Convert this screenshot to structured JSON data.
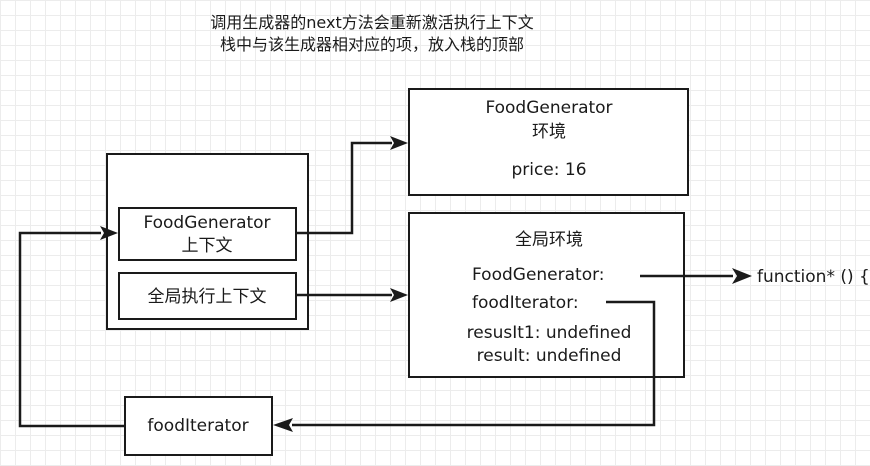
{
  "title": {
    "line1": "调用生成器的next方法会重新激活执行上下文",
    "line2": "栈中与该生成器相对应的项，放入栈的顶部"
  },
  "stack": {
    "item_top": {
      "line1": "FoodGenerator",
      "line2": "上下文"
    },
    "item_bottom": "全局执行上下文"
  },
  "generator_env": {
    "title_line1": "FoodGenerator",
    "title_line2": "环境",
    "price": "price: 16"
  },
  "global_env": {
    "title": "全局环境",
    "food_generator": "FoodGenerator:",
    "food_iterator": "foodIterator:",
    "result1": "resusIt1: undefined",
    "result": "result: undefined"
  },
  "iterator_box": "foodIterator",
  "function_label": "function* () {"
}
